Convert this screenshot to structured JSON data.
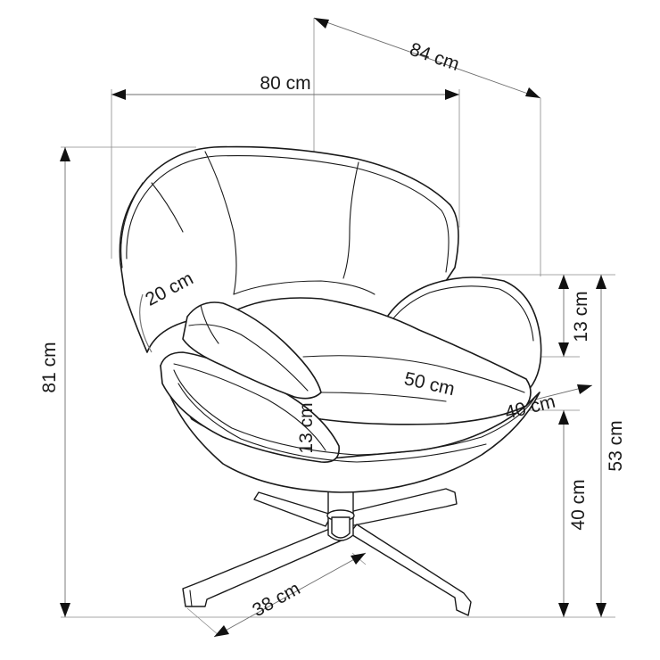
{
  "dimensions": {
    "depth_total": "84 cm",
    "width_total": "80 cm",
    "height_total": "81 cm",
    "armrest_height": "13 cm",
    "arm_height_total": "53 cm",
    "seat_height": "40 cm",
    "backrest_pad": "20 cm",
    "seat_width": "50 cm",
    "seat_depth": "40 cm",
    "seat_thickness": "13 cm",
    "base_leg": "38 cm"
  }
}
